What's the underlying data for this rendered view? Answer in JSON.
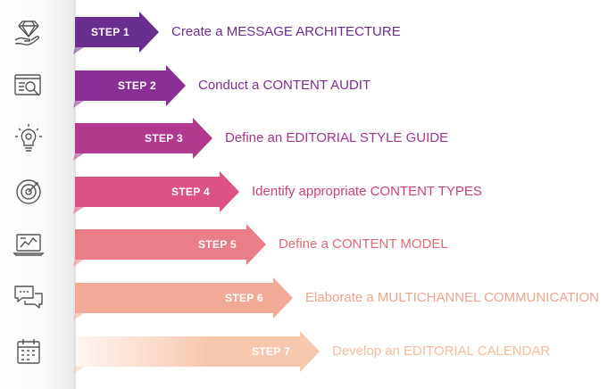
{
  "steps": [
    {
      "label": "STEP 1",
      "text": "Create a MESSAGE ARCHITECTURE",
      "icon": "diamond-hand-icon",
      "color": "#6a2d90",
      "text_color": "#6a2d90"
    },
    {
      "label": "STEP 2",
      "text": "Conduct a CONTENT AUDIT",
      "icon": "audit-magnifier-icon",
      "color": "#8a2f96",
      "text_color": "#7c2f92"
    },
    {
      "label": "STEP 3",
      "text": "Define an EDITORIAL STYLE GUIDE",
      "icon": "lightbulb-icon",
      "color": "#b23a8e",
      "text_color": "#a3378f"
    },
    {
      "label": "STEP 4",
      "text": "Identify appropriate CONTENT TYPES",
      "icon": "target-icon",
      "color": "#dc5285",
      "text_color": "#c9407f"
    },
    {
      "label": "STEP 5",
      "text": "Define a CONTENT MODEL",
      "icon": "laptop-chart-icon",
      "color": "#ea7e88",
      "text_color": "#e06a78"
    },
    {
      "label": "STEP 6",
      "text": "Elaborate a MULTICHANNEL COMMUNICATION",
      "icon": "chat-bubbles-icon",
      "color": "#f2a995",
      "text_color": "#eea48e"
    },
    {
      "label": "STEP 7",
      "text": "Develop an EDITORIAL CALENDAR",
      "icon": "calendar-icon",
      "color": "#f7c7ae",
      "text_color": "#f3bd9f"
    }
  ]
}
